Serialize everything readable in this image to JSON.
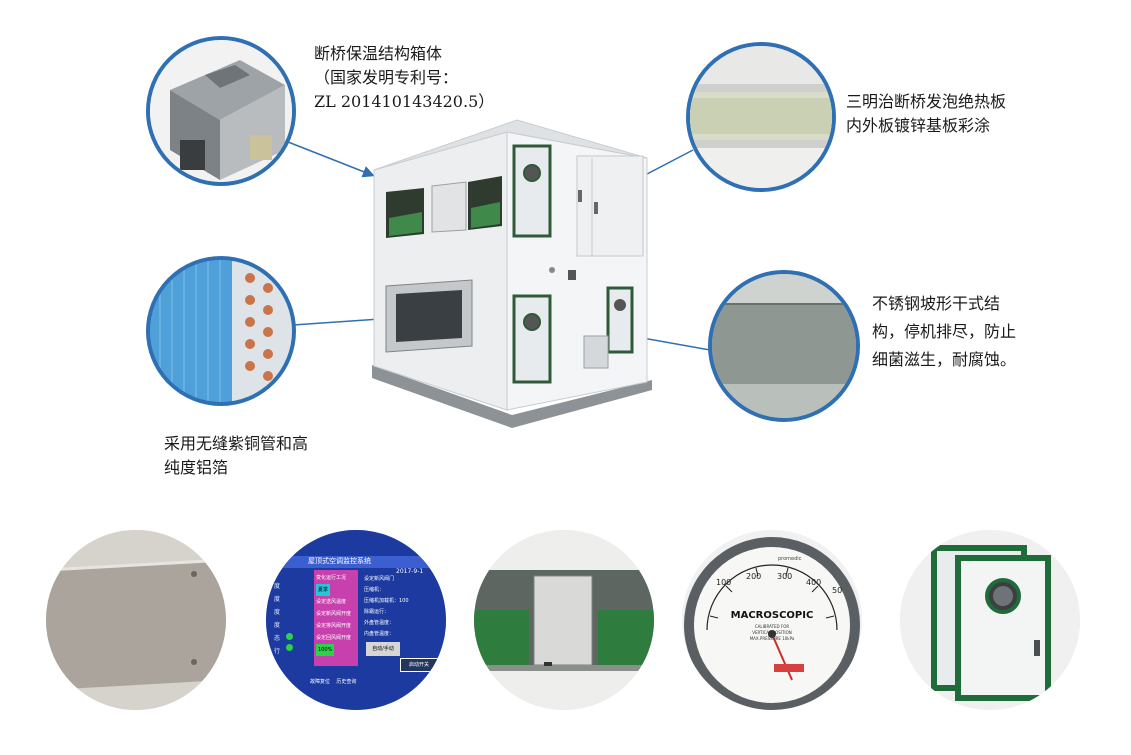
{
  "callouts": {
    "top_left": {
      "lines": [
        "断桥保温结构箱体",
        "（国家发明专利号：",
        "ZL 201410143420.5）"
      ]
    },
    "top_right": {
      "lines": [
        "三明治断桥发泡绝热板",
        "内外板镀锌基板彩涂"
      ]
    },
    "mid_left": {
      "lines": [
        "采用无缝紫铜管和高",
        "纯度铝箔"
      ]
    },
    "mid_right": {
      "lines": [
        "不锈钢坡形干式结",
        "构，停机排尽，防止",
        "细菌滋生，耐腐蚀。"
      ]
    }
  },
  "hmi": {
    "title": "屋顶式空调监控系统",
    "date": "2017-9-1",
    "rows_left": [
      "度",
      "度",
      "度",
      "度",
      "态",
      "行"
    ],
    "center": [
      "变化运行工况",
      "夏季",
      "设定送风温度",
      "设定新风阀开度",
      "设定排风阀开度",
      "设定回风阀开度",
      "100%"
    ],
    "right": [
      "设定新风阀门",
      "压缩机：",
      "压缩机加载机：100",
      "除霜运行：",
      "外盘管温度：",
      "内盘管温度：",
      "自动/手动",
      "启动开关"
    ],
    "buttons": [
      "故障复位",
      "历史查询"
    ]
  },
  "gauge": {
    "brand": "MACROSCOPIC",
    "ticks": [
      "100",
      "200",
      "300",
      "400",
      "50"
    ],
    "maker": "promedic",
    "sub1": "CALIBRATED FOR",
    "sub2": "VERTICAL POSITION",
    "sub3": "MAX.PRESSURE 10kPa"
  },
  "colors": {
    "accent_blue": "#2f6fb3",
    "frame_green": "#1f6b3a",
    "hmi_blue": "#1f3fa8",
    "hmi_magenta": "#c83fae"
  }
}
